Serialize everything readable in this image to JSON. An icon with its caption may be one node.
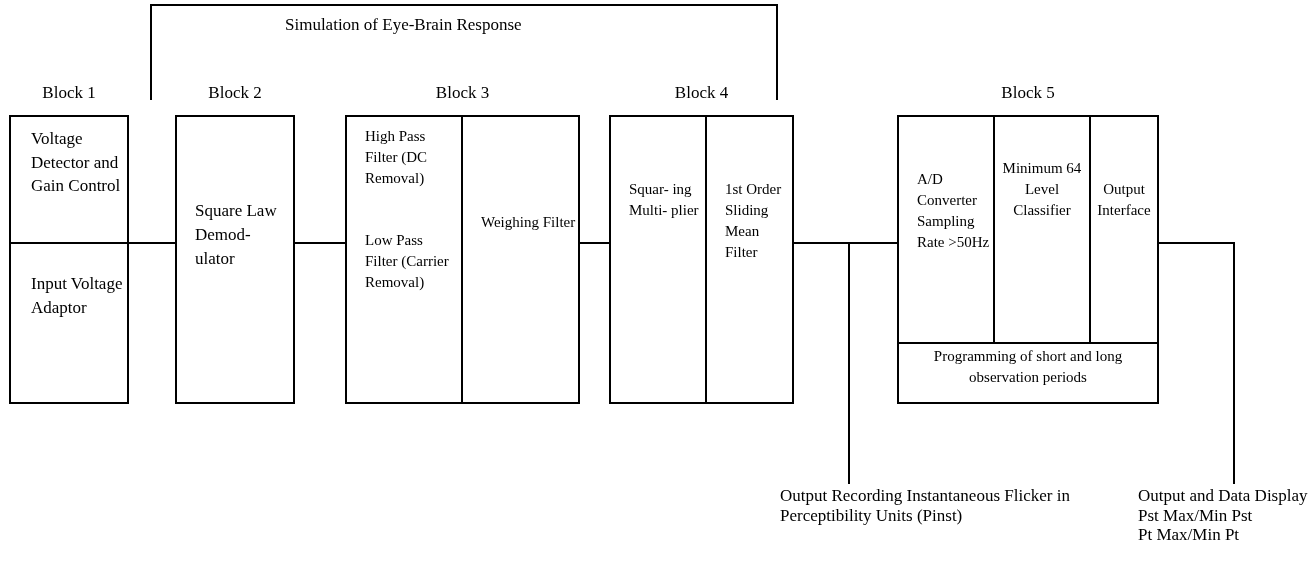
{
  "diagram": {
    "title": "Simulation of Eye-Brain Response",
    "nodes": [
      {
        "text": [
          "Block 1"
        ]
      },
      {
        "text": [
          "Voltage Detector and Gain Control"
        ],
        "in": 0
      },
      {
        "text": [
          "Input Voltage Adaptor"
        ],
        "in": 0
      },
      {
        "text": [
          "Block 2",
          "Square Law Demod- ulator"
        ]
      },
      {
        "text": [
          "Block 3"
        ]
      },
      {
        "text": [
          "High Pass Filter (DC Removal)",
          "Low Pass Filter (Carrier Removal)"
        ],
        "in": 4
      },
      {
        "text": [
          "Weighing Filter"
        ],
        "in": 4
      },
      {
        "text": [
          "Block 4"
        ]
      },
      {
        "text": [
          "Squar- ing Multi- plier"
        ],
        "in": 7
      },
      {
        "text": [
          "1st Order Sliding Mean Filter"
        ],
        "in": 7
      },
      {
        "text": [
          "Block 5"
        ]
      },
      {
        "text": [
          "A/D Converter Sampling Rate >50Hz"
        ],
        "in": 10
      },
      {
        "text": [
          "Minimum 64 Level Classifier"
        ],
        "in": 10
      },
      {
        "text": [
          "Output Interface"
        ],
        "in": 10
      },
      {
        "text": [
          "Programming of short and long observation periods"
        ],
        "in": 10
      },
      {
        "text": [
          "Output Recording Instantaneous Flicker in Perceptibility Units  (Pinst)"
        ]
      },
      {
        "text": [
          "Output and Data Display",
          "Pst Max/Min Pst",
          "Pt Max/Min Pt"
        ]
      }
    ],
    "edges": [
      {
        "from": 0,
        "to": 3,
        "arrow": "none"
      },
      {
        "from": 3,
        "to": 4,
        "arrow": "none"
      },
      {
        "from": 4,
        "to": 7,
        "arrow": "none"
      },
      {
        "from": 7,
        "to": 10,
        "arrow": "none"
      },
      {
        "from": 7,
        "to": 15,
        "arrow": "none"
      },
      {
        "from": 10,
        "to": 16,
        "arrow": "none"
      }
    ]
  }
}
